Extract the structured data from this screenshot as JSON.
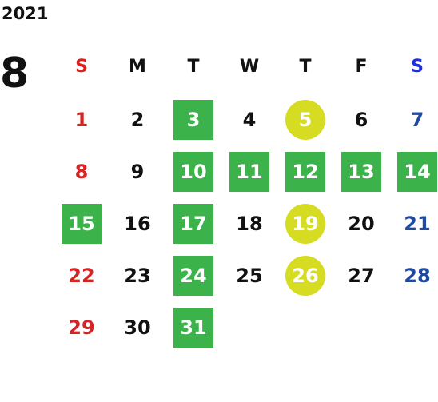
{
  "calendar": {
    "year": "2021",
    "month": "8",
    "colors": {
      "sunday": "#d42424",
      "saturday": "#1f4aa0",
      "green_highlight": "#3cb34a",
      "circle_highlight": "#d6dc22"
    },
    "weekdays": [
      "S",
      "M",
      "T",
      "W",
      "T",
      "F",
      "S"
    ],
    "first_weekday_index": 0,
    "days": [
      {
        "d": "1"
      },
      {
        "d": "2"
      },
      {
        "d": "3",
        "mark": "green"
      },
      {
        "d": "4"
      },
      {
        "d": "5",
        "mark": "circle"
      },
      {
        "d": "6"
      },
      {
        "d": "7"
      },
      {
        "d": "8"
      },
      {
        "d": "9"
      },
      {
        "d": "10",
        "mark": "green"
      },
      {
        "d": "11",
        "mark": "green"
      },
      {
        "d": "12",
        "mark": "green"
      },
      {
        "d": "13",
        "mark": "green"
      },
      {
        "d": "14",
        "mark": "green"
      },
      {
        "d": "15",
        "mark": "green"
      },
      {
        "d": "16"
      },
      {
        "d": "17",
        "mark": "green"
      },
      {
        "d": "18"
      },
      {
        "d": "19",
        "mark": "circle"
      },
      {
        "d": "20"
      },
      {
        "d": "21"
      },
      {
        "d": "22"
      },
      {
        "d": "23"
      },
      {
        "d": "24",
        "mark": "green"
      },
      {
        "d": "25"
      },
      {
        "d": "26",
        "mark": "circle"
      },
      {
        "d": "27"
      },
      {
        "d": "28"
      },
      {
        "d": "29"
      },
      {
        "d": "30"
      },
      {
        "d": "31",
        "mark": "green"
      }
    ]
  }
}
